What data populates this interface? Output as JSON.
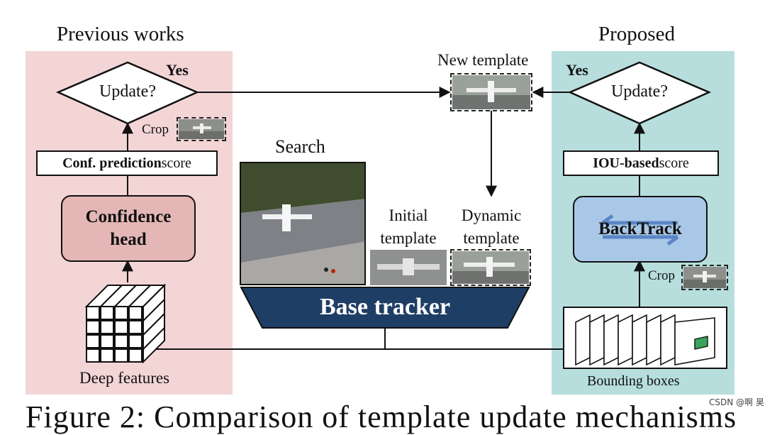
{
  "left_panel": {
    "title": "Previous works",
    "decision_label": "Update?",
    "yes_label": "Yes",
    "crop_label": "Crop",
    "score_bold": "Conf. prediction",
    "score_rest": " score",
    "head_line1": "Confidence",
    "head_line2": "head",
    "features_label": "Deep features"
  },
  "center": {
    "new_template_label": "New template",
    "search_label": "Search",
    "initial_line1": "Initial",
    "initial_line2": "template",
    "dynamic_line1": "Dynamic",
    "dynamic_line2": "template",
    "base_tracker_label": "Base tracker"
  },
  "right_panel": {
    "title": "Proposed",
    "decision_label": "Update?",
    "yes_label": "Yes",
    "score_bold": "IOU-based",
    "score_rest": " score",
    "backtrack_label": "BackTrack",
    "crop_label": "Crop",
    "bboxes_label": "Bounding boxes"
  },
  "caption": "Figure 2: Comparison of template update mechanisms",
  "watermark": "CSDN @啊  昊",
  "colors": {
    "left_bg": "#f3d5d6",
    "right_bg": "#b7dedd",
    "confidence_head": "#e5b6b6",
    "backtrack": "#a9c8e8",
    "base_tracker": "#1f3e66"
  }
}
